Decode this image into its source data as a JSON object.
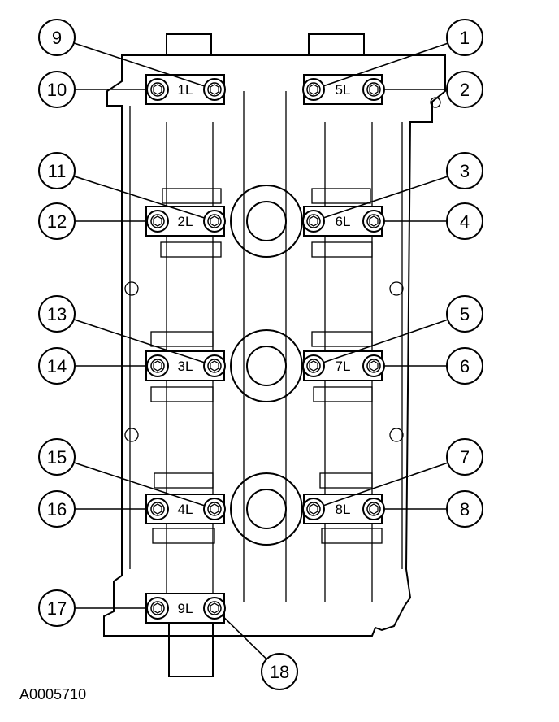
{
  "figure_id": "A0005710",
  "bearing_cap_labels": [
    "1L",
    "2L",
    "3L",
    "4L",
    "5L",
    "6L",
    "7L",
    "8L",
    "9L"
  ],
  "callouts": [
    "1",
    "2",
    "3",
    "4",
    "5",
    "6",
    "7",
    "8",
    "9",
    "10",
    "11",
    "12",
    "13",
    "14",
    "15",
    "16",
    "17",
    "18"
  ]
}
